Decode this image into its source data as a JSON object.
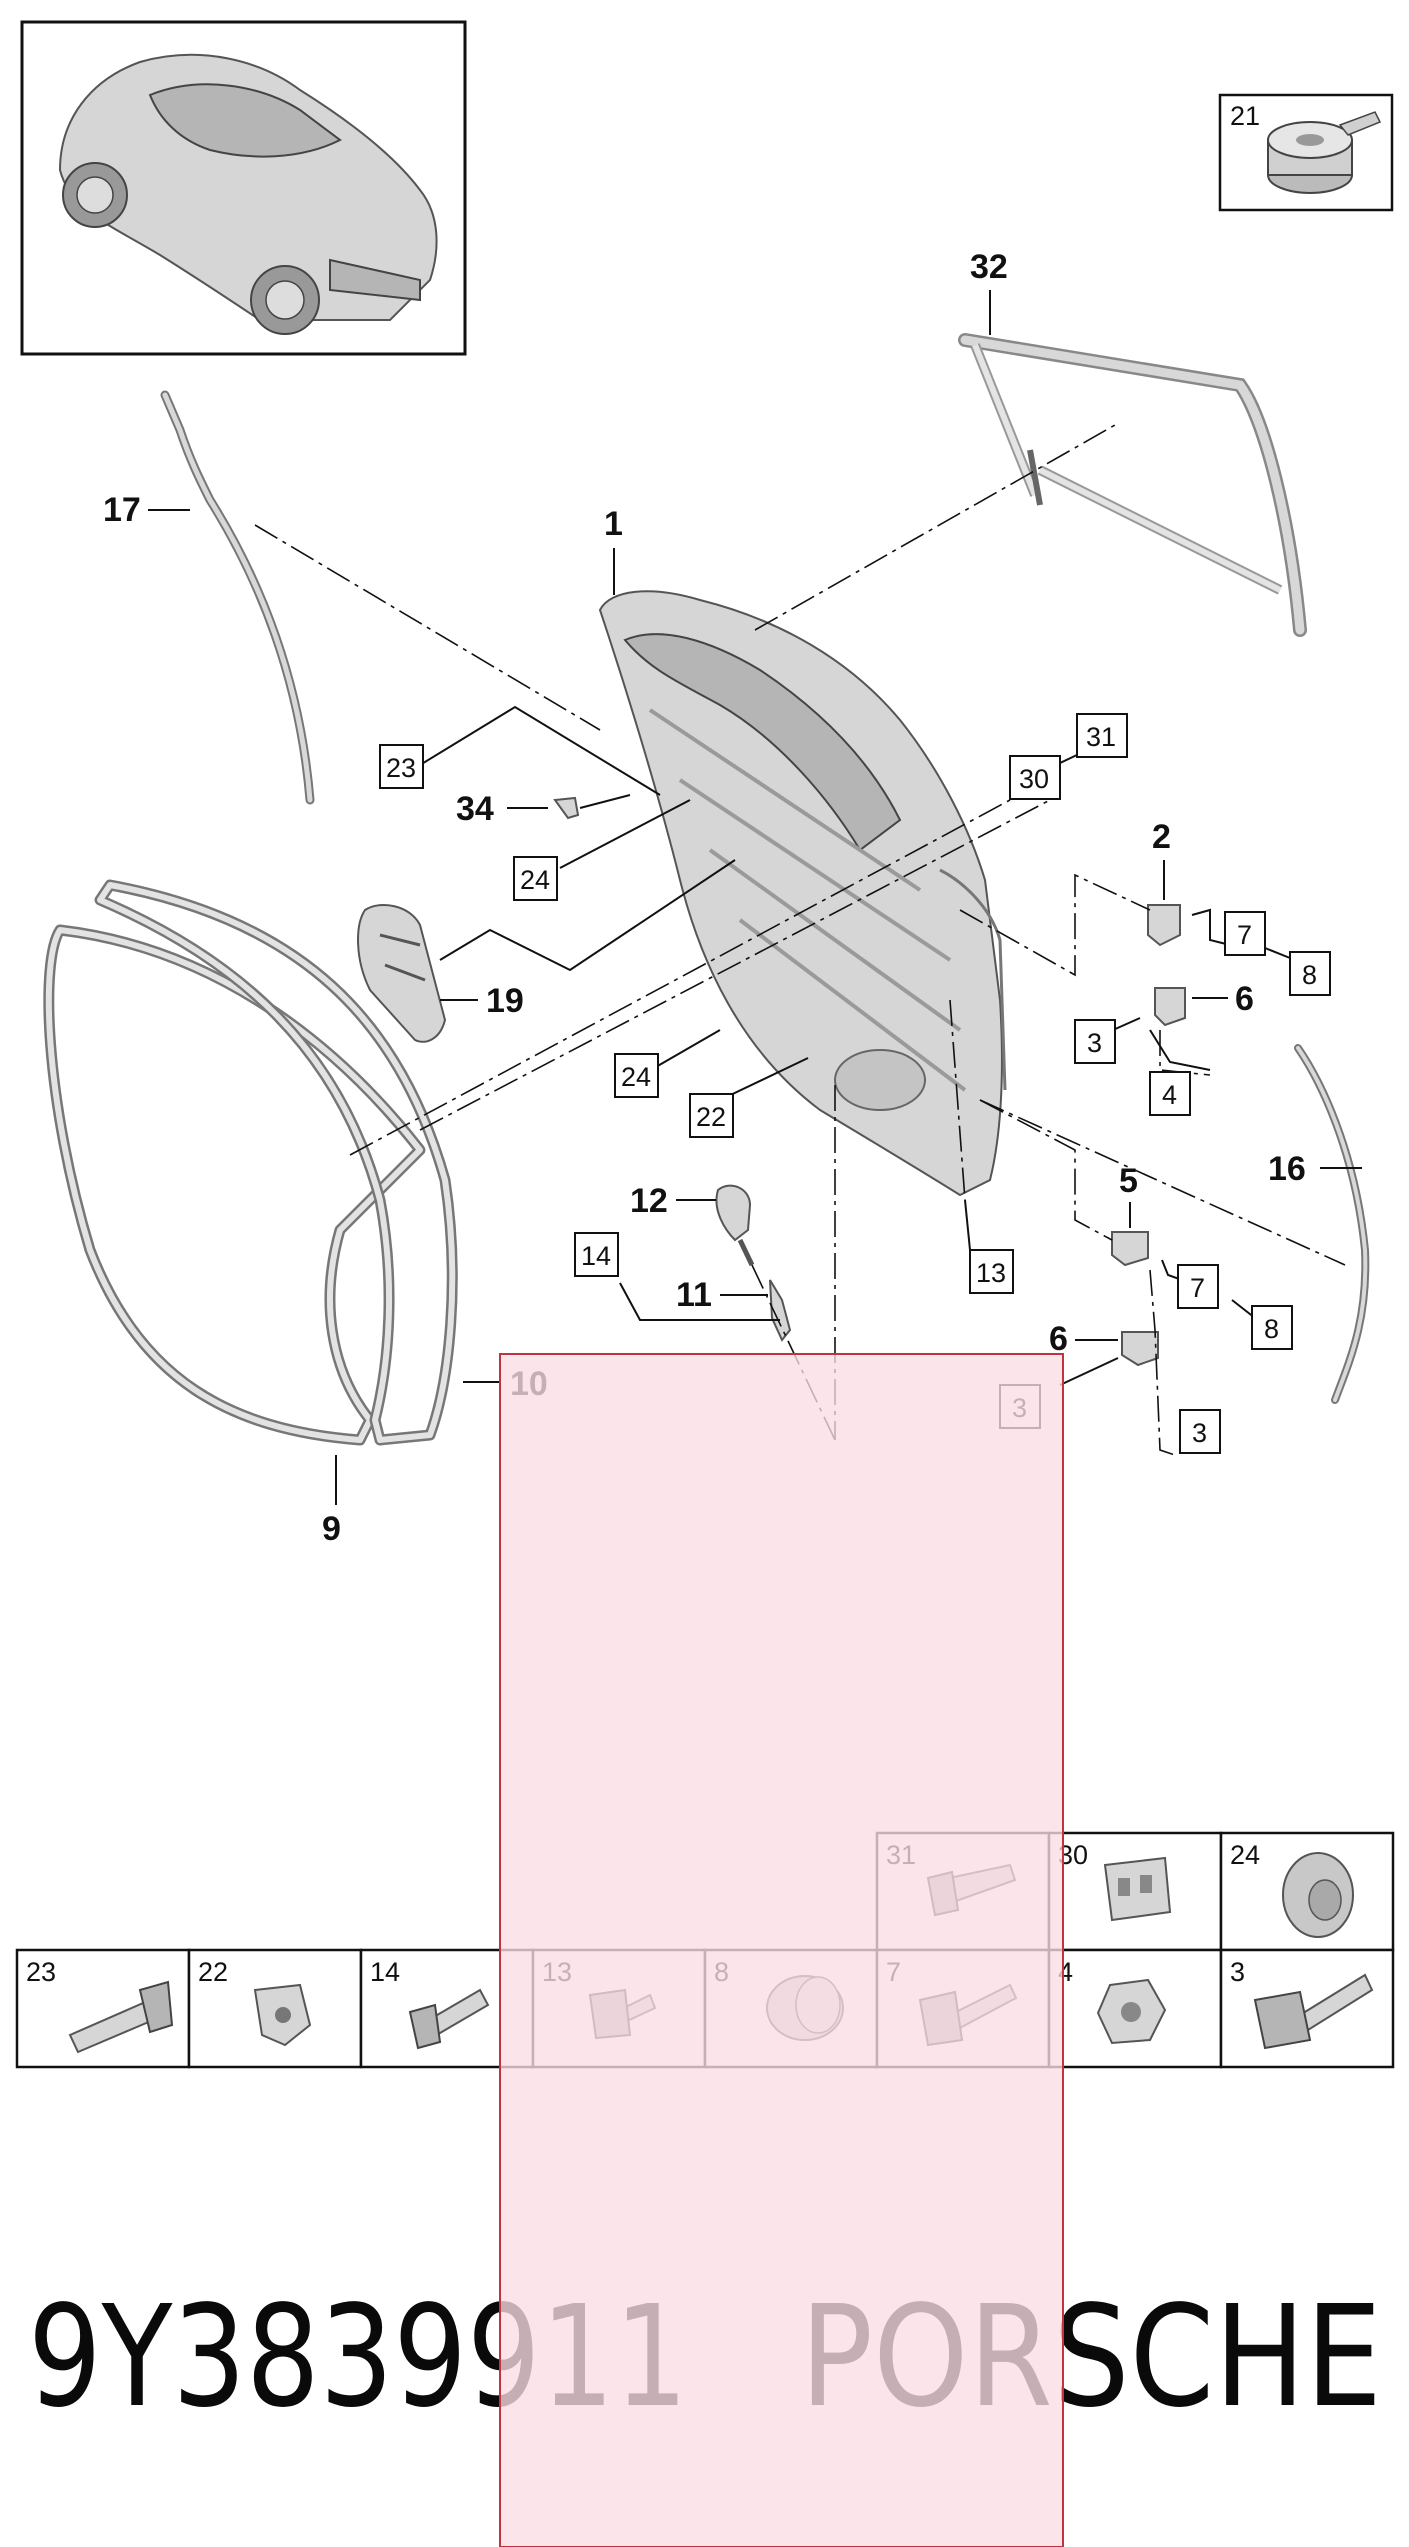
{
  "callouts": {
    "c1": "1",
    "c2": "2",
    "c5": "5",
    "c6a": "6",
    "c6b": "6",
    "c9": "9",
    "c10": "10",
    "c11": "11",
    "c12": "12",
    "c16": "16",
    "c17": "17",
    "c19": "19",
    "c32": "32",
    "c34": "34"
  },
  "boxed": {
    "b21": "21",
    "b23": "23",
    "b24a": "24",
    "b24b": "24",
    "b22": "22",
    "b30": "30",
    "b31": "31",
    "b7a": "7",
    "b8a": "8",
    "b3a": "3",
    "b4": "4",
    "b14": "14",
    "b13": "13",
    "b7b": "7",
    "b8b": "8",
    "b3b": "3",
    "b3c": "3"
  },
  "hardware_table": {
    "top_row": [
      "31",
      "30",
      "24"
    ],
    "bottom_row": [
      "23",
      "22",
      "14",
      "13",
      "8",
      "7",
      "4",
      "3"
    ]
  },
  "footer": {
    "part_number": "9Y3839911",
    "brand": "PORSCHE"
  },
  "colors": {
    "highlight_fill": "#fadde4",
    "highlight_stroke": "#c0343f",
    "line": "#111111",
    "part_fill": "#d6d6d6"
  }
}
